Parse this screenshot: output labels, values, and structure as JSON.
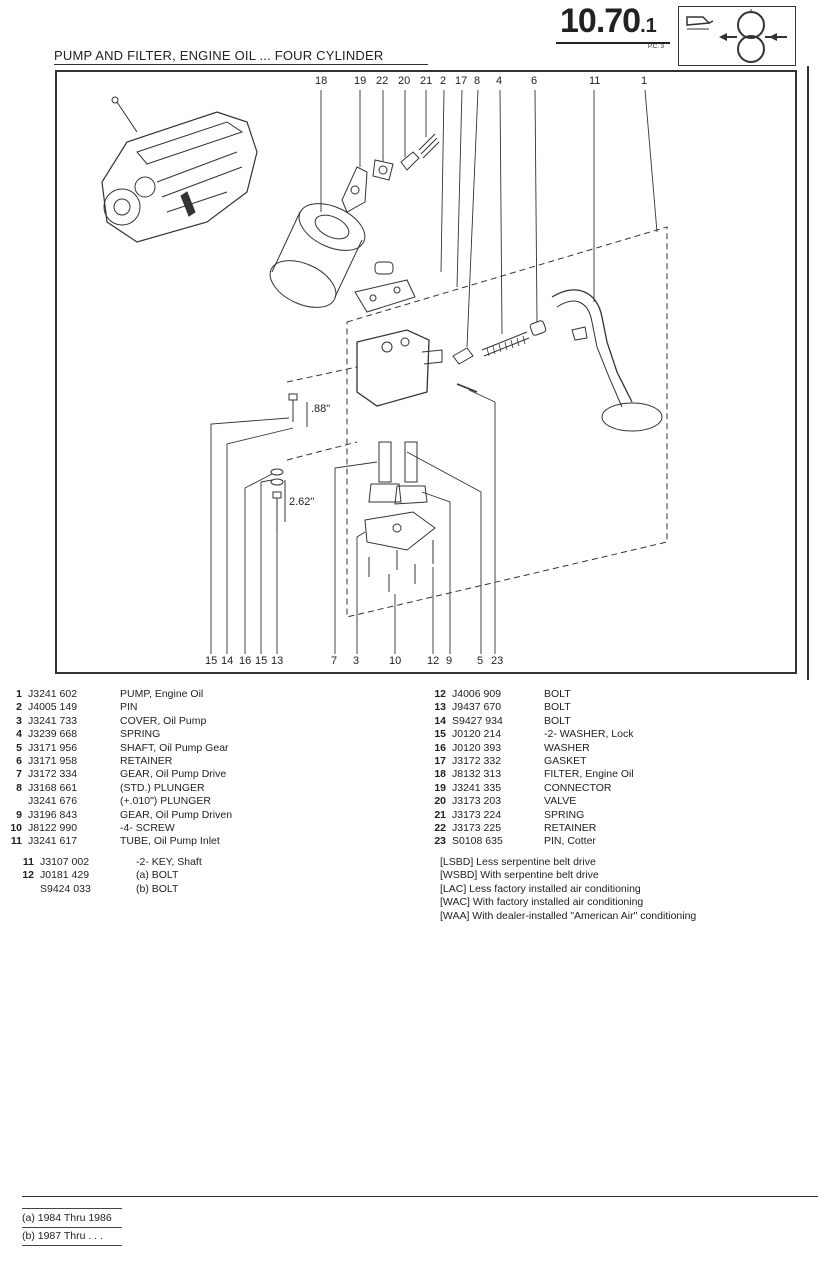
{
  "header": {
    "section_big": "10.70",
    "section_small": ".1",
    "pc": "P.C. 3",
    "title": "PUMP AND FILTER, ENGINE OIL ... FOUR CYLINDER"
  },
  "callouts": {
    "top": [
      "18",
      "19",
      "22",
      "20",
      "21",
      "2",
      "17",
      "8",
      "4",
      "6",
      "11",
      "1"
    ],
    "bottom": [
      "15",
      "14",
      "16",
      "15",
      "13",
      "7",
      "3",
      "10",
      "12",
      "9",
      "5",
      "23"
    ],
    "dim1": ".88\"",
    "dim2": "2.62\""
  },
  "parts_left": [
    {
      "n": "1",
      "pn": "J3241 602",
      "d": "PUMP, Engine Oil"
    },
    {
      "n": "2",
      "pn": "J4005 149",
      "d": "PIN"
    },
    {
      "n": "3",
      "pn": "J3241 733",
      "d": "COVER, Oil Pump"
    },
    {
      "n": "4",
      "pn": "J3239 668",
      "d": "SPRING"
    },
    {
      "n": "5",
      "pn": "J3171 956",
      "d": "SHAFT, Oil Pump Gear"
    },
    {
      "n": "6",
      "pn": "J3171 958",
      "d": "RETAINER"
    },
    {
      "n": "7",
      "pn": "J3172 334",
      "d": "GEAR, Oil Pump Drive"
    },
    {
      "n": "8",
      "pn": "J3168 661",
      "d": "(STD.)  PLUNGER"
    },
    {
      "n": "",
      "pn": "J3241 676",
      "d": "(+.010\")  PLUNGER"
    },
    {
      "n": "9",
      "pn": "J3196 843",
      "d": "GEAR, Oil Pump Driven"
    },
    {
      "n": "10",
      "pn": "J8122 990",
      "d": "-4- SCREW"
    },
    {
      "n": "11",
      "pn": "J3241 617",
      "d": "TUBE, Oil Pump Inlet"
    }
  ],
  "parts_left_extra": [
    {
      "n": "11",
      "pn": "J3107 002",
      "d": "-2- KEY, Shaft"
    },
    {
      "n": "12",
      "pn": "J0181 429",
      "d": "(a)  BOLT"
    },
    {
      "n": "",
      "pn": "S9424 033",
      "d": "(b)  BOLT"
    }
  ],
  "parts_right": [
    {
      "n": "12",
      "pn": "J4006 909",
      "d": "BOLT"
    },
    {
      "n": "13",
      "pn": "J9437 670",
      "d": "BOLT"
    },
    {
      "n": "14",
      "pn": "S9427 934",
      "d": "BOLT"
    },
    {
      "n": "15",
      "pn": "J0120 214",
      "d": "-2- WASHER, Lock"
    },
    {
      "n": "16",
      "pn": "J0120 393",
      "d": "WASHER"
    },
    {
      "n": "17",
      "pn": "J3172 332",
      "d": "GASKET"
    },
    {
      "n": "18",
      "pn": "J8132 313",
      "d": "FILTER, Engine Oil"
    },
    {
      "n": "19",
      "pn": "J3241 335",
      "d": "CONNECTOR"
    },
    {
      "n": "20",
      "pn": "J3173 203",
      "d": "VALVE"
    },
    {
      "n": "21",
      "pn": "J3173 224",
      "d": "SPRING"
    },
    {
      "n": "22",
      "pn": "J3173 225",
      "d": "RETAINER"
    },
    {
      "n": "23",
      "pn": "S0108 635",
      "d": "PIN, Cotter"
    }
  ],
  "notes": [
    "[LSBD] Less serpentine belt drive",
    "[WSBD] With serpentine belt drive",
    "[LAC] Less factory installed air conditioning",
    "[WAC] With factory installed air conditioning",
    "[WAA] With dealer-installed \"American Air\" conditioning"
  ],
  "footnotes": [
    "(a) 1984 Thru 1986",
    "(b) 1987 Thru . . ."
  ]
}
